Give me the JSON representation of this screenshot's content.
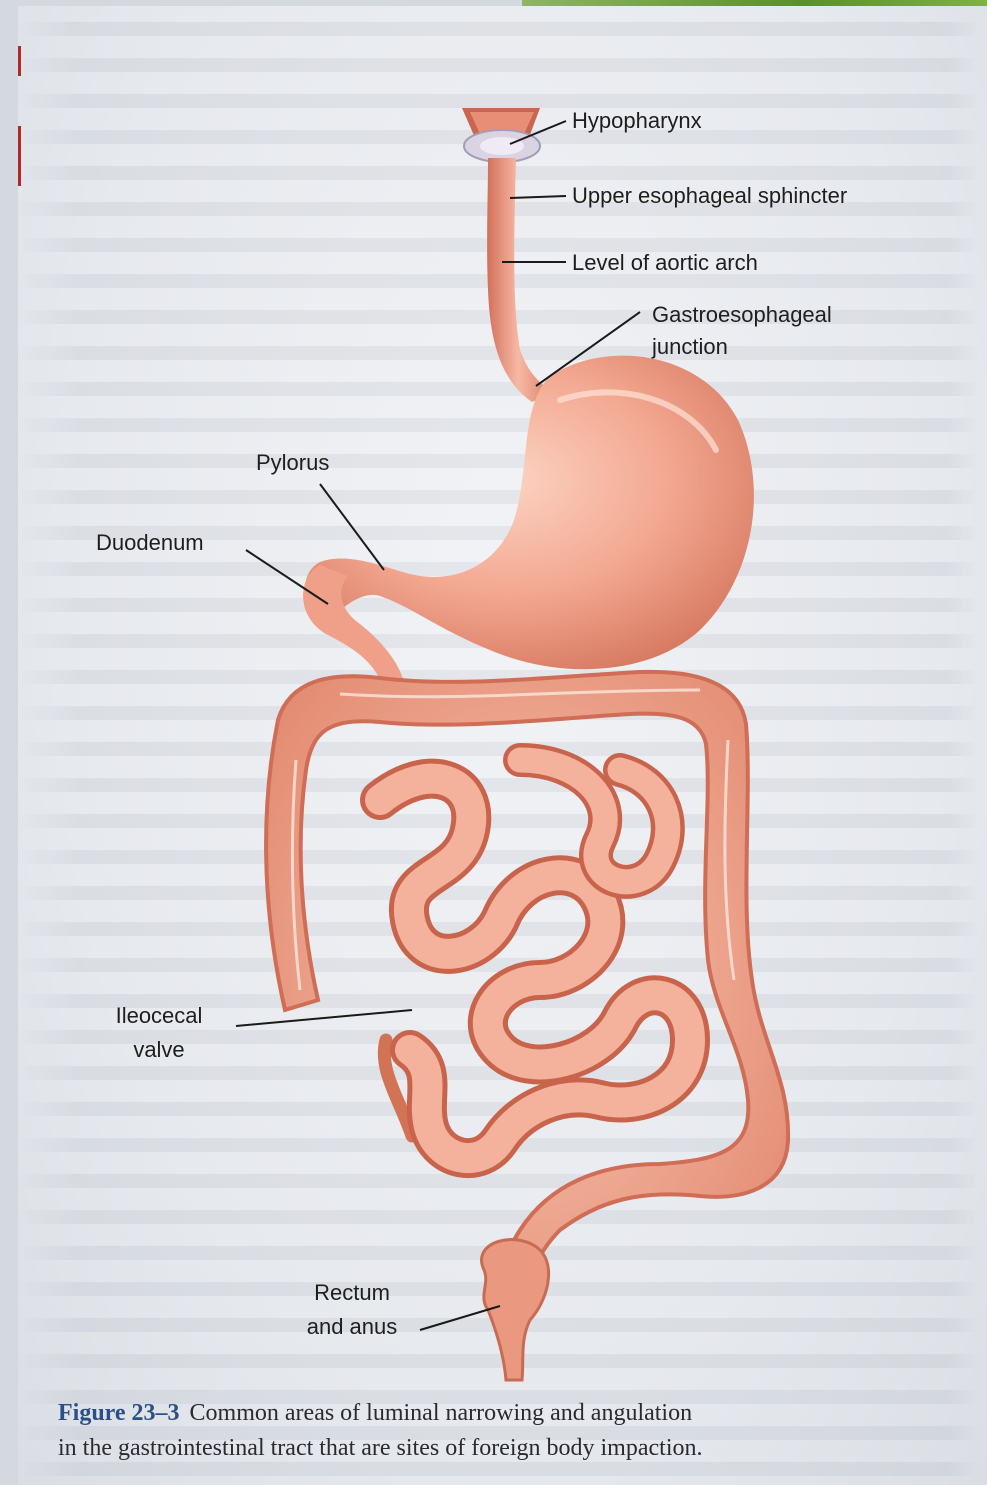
{
  "figure": {
    "number": "Figure 23–3",
    "caption_line1": "Common areas of luminal narrowing and angulation",
    "caption_line2": "in the gastrointestinal tract that are sites of foreign body impaction."
  },
  "labels": {
    "hypopharynx": "Hypopharynx",
    "upper_esophageal_sphincter": "Upper esophageal sphincter",
    "aortic_arch": "Level of aortic arch",
    "ge_junction_l1": "Gastroesophageal",
    "ge_junction_l2": "junction",
    "pylorus": "Pylorus",
    "duodenum": "Duodenum",
    "ileocecal_l1": "Ileocecal",
    "ileocecal_l2": "valve",
    "rectum_l1": "Rectum",
    "rectum_l2": "and anus"
  },
  "colors": {
    "organ_fill": "#f1a58e",
    "organ_shadow": "#c8614a",
    "label_text": "#1e1e1e",
    "caption_figure": "#2b4f86"
  }
}
